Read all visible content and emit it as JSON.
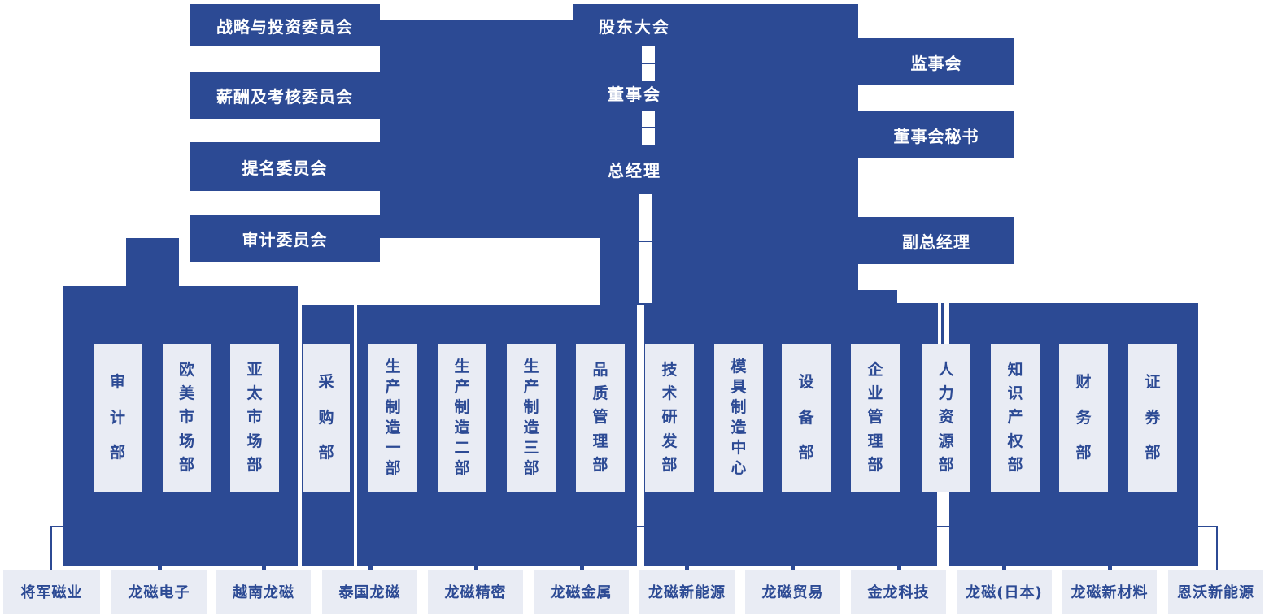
{
  "colors": {
    "primary_blue": "#2c4a94",
    "light_box_bg": "#e9ecf4",
    "box_text_blue": "#2c4a94",
    "background": "#ffffff",
    "label_text": "#ffffff"
  },
  "governance": {
    "shareholders_meeting": "股东大会",
    "board_of_directors": "董事会",
    "general_manager": "总经理",
    "committees": [
      "战略与投资委员会",
      "薪酬及考核委员会",
      "提名委员会",
      "审计委员会"
    ],
    "right_column": [
      "监事会",
      "董事会秘书",
      "副总经理"
    ]
  },
  "departments": {
    "group_a": [
      "审计部",
      "欧美市场部",
      "亚太市场部"
    ],
    "group_b": [
      "采购部"
    ],
    "group_c": [
      "生产制造一部",
      "生产制造二部",
      "生产制造三部",
      "品质管理部"
    ],
    "group_d": [
      "技术研发部",
      "模具制造中心",
      "设备部",
      "企业管理部"
    ],
    "group_e": [
      "人力资源部",
      "知识产权部",
      "财务部",
      "证券部"
    ]
  },
  "subsidiaries": [
    "将军磁业",
    "龙磁电子",
    "越南龙磁",
    "泰国龙磁",
    "龙磁精密",
    "龙磁金属",
    "龙磁新能源",
    "龙磁贸易",
    "金龙科技",
    "龙磁(日本)",
    "龙磁新材料",
    "恩沃新能源"
  ]
}
